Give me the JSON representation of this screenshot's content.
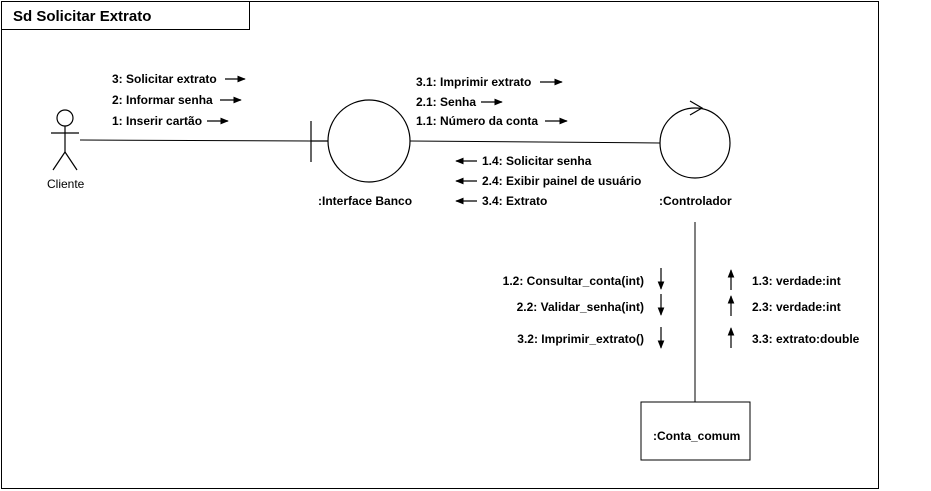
{
  "diagram": {
    "title": "Sd Solicitar Extrato",
    "actor": {
      "label": "Cliente"
    },
    "interface": {
      "label": ":Interface Banco"
    },
    "controller": {
      "label": ":Controlador"
    },
    "entity": {
      "label": ":Conta_comum"
    },
    "client_messages": [
      {
        "text": "3: Solicitar extrato",
        "direction": "right"
      },
      {
        "text": "2: Informar senha",
        "direction": "right"
      },
      {
        "text": "1: Inserir cartão",
        "direction": "right"
      }
    ],
    "interface_to_controller": [
      {
        "text": "3.1: Imprimir extrato",
        "direction": "right"
      },
      {
        "text": "2.1: Senha",
        "direction": "right"
      },
      {
        "text": "1.1: Número da conta",
        "direction": "right"
      }
    ],
    "controller_to_interface": [
      {
        "text": "1.4: Solicitar senha",
        "direction": "left"
      },
      {
        "text": "2.4: Exibir painel de usuário",
        "direction": "left"
      },
      {
        "text": "3.4: Extrato",
        "direction": "left"
      }
    ],
    "controller_to_entity": [
      {
        "text": "1.2: Consultar_conta(int)",
        "direction": "down"
      },
      {
        "text": "2.2: Validar_senha(int)",
        "direction": "down"
      },
      {
        "text": "3.2: Imprimir_extrato()",
        "direction": "down"
      }
    ],
    "entity_to_controller": [
      {
        "text": "1.3: verdade:int",
        "direction": "up"
      },
      {
        "text": "2.3: verdade:int",
        "direction": "up"
      },
      {
        "text": "3.3: extrato:double",
        "direction": "up"
      }
    ]
  }
}
